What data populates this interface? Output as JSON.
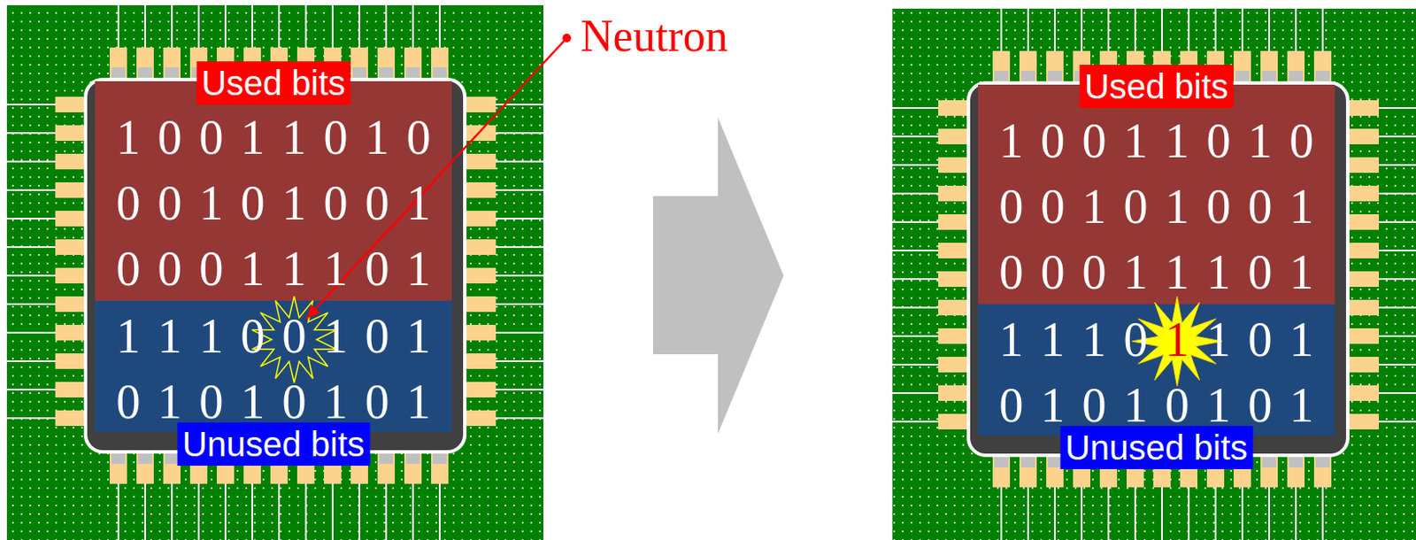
{
  "diagram": {
    "nodes": [
      {
        "text": [
          "Used bits",
          "1 0 0 1 1 0 1 0",
          "0 0 1 0 1 0 0 1",
          "0 0 0 1 1 1 0 1"
        ]
      },
      {
        "text": [
          "1 1 1 0 0 1 0 1",
          "0 1 0 1 0 1 0 1",
          "Unused bits"
        ]
      },
      {
        "text": [
          "Used bits",
          "1 0 0 1 1 0 1 0",
          "0 0 1 0 1 0 0 1",
          "0 0 0 1 1 1 0 1"
        ]
      },
      {
        "text": [
          "1 1 1 0",
          "1",
          "1 0 1",
          "0 1 0 1 0 1 0 1",
          "Unused bits"
        ]
      }
    ],
    "labels": [
      "Neutron"
    ]
  }
}
